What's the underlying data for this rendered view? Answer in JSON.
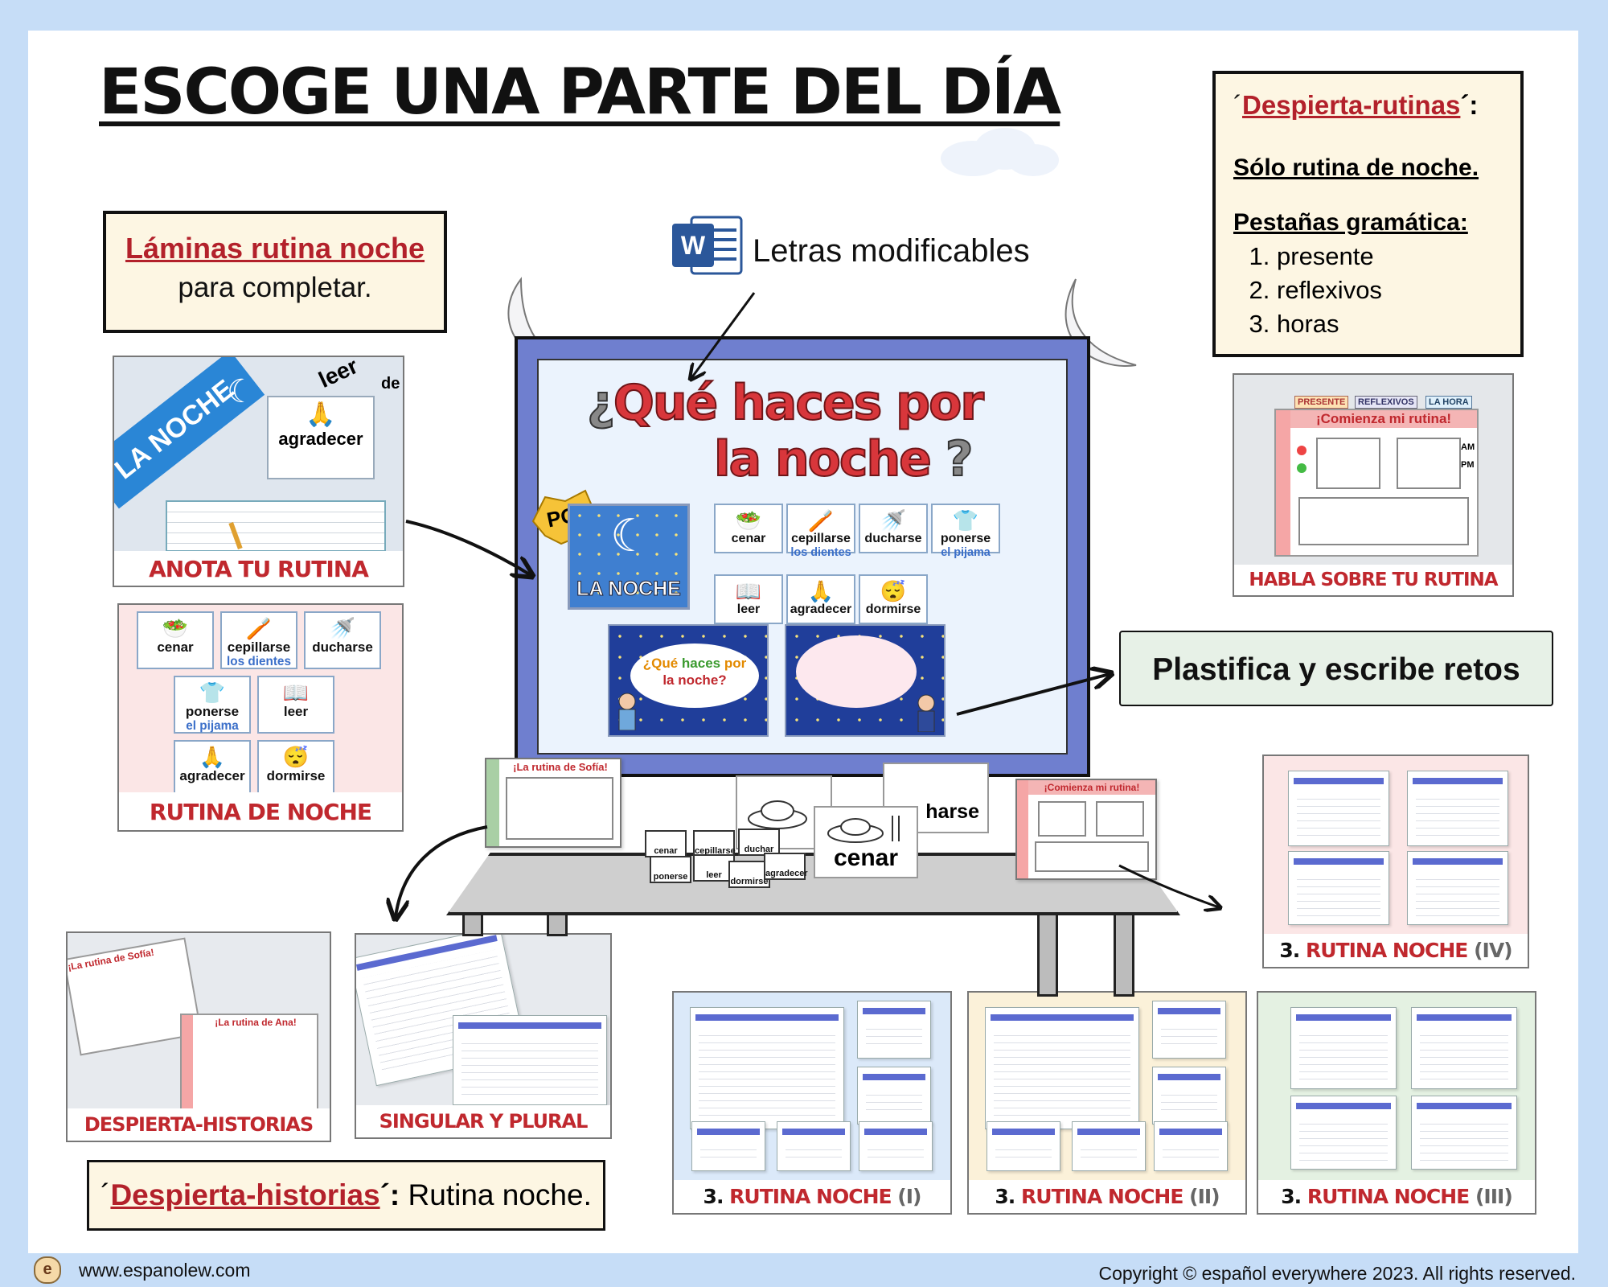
{
  "header": {
    "title": "ESCOGE UNA PARTE DEL DÍA",
    "word_label": "Letras modificables",
    "word_icon": "word-document-icon"
  },
  "laminas_box": {
    "title": "Láminas rutina noche",
    "subtitle": "para completar."
  },
  "despierta_rutinas_box": {
    "quote_open": "´",
    "title": "Despierta-rutinas",
    "quote_close": "´:",
    "line1": "Sólo rutina de noche.",
    "heading2": "Pestañas gramática:",
    "items": [
      "presente",
      "reflexivos",
      "horas"
    ]
  },
  "plastifica_box": {
    "text": "Plastifica y escribe retos"
  },
  "historias_box": {
    "quote_open": "´",
    "title": "Despierta-historias",
    "quote_close": "´:",
    "text": " Rutina noche."
  },
  "board": {
    "question_open": "¿",
    "question_line1": "Qué haces por",
    "question_line2": "la noche",
    "question_close": "?",
    "por_badge": "POR",
    "noche_card": "LA NOCHE",
    "vocab": [
      {
        "word": "cenar",
        "sub": "",
        "icon": "food-plate-icon"
      },
      {
        "word": "cepillarse",
        "sub": "los dientes",
        "icon": "toothbrush-icon"
      },
      {
        "word": "ducharse",
        "sub": "",
        "icon": "shower-icon"
      },
      {
        "word": "ponerse",
        "sub": "el pijama",
        "icon": "pajama-icon"
      },
      {
        "word": "leer",
        "sub": "",
        "icon": "book-icon"
      },
      {
        "word": "agradecer",
        "sub": "",
        "icon": "praying-hands-icon"
      },
      {
        "word": "dormirse",
        "sub": "",
        "icon": "sleeping-face-icon"
      }
    ],
    "speech_text_1": "¿Qué",
    "speech_text_2": "haces",
    "speech_text_3": "por",
    "speech_text_4": "la noche?"
  },
  "cards": {
    "anota": {
      "caption": "ANOTA TU RUTINA",
      "photo_text": "LA NOCHE",
      "word1": "leer",
      "word2": "agradecer",
      "word3": "de"
    },
    "rutina_noche": {
      "caption": "RUTINA DE NOCHE"
    },
    "habla": {
      "caption": "HABLA SOBRE TU RUTINA",
      "banner": "¡Comienza mi rutina!",
      "tab1": "PRESENTE",
      "tab2": "REFLEXIVOS",
      "tab3": "LA HORA",
      "am": "AM",
      "pm": "PM"
    },
    "despierta_historias": {
      "caption": "DESPIERTA-HISTORIAS",
      "label1": "¡La rutina de Sofía!",
      "label2": "¡La rutina de Ana!"
    },
    "singular": {
      "caption": "SINGULAR Y PLURAL"
    },
    "rn1": {
      "num": "3.",
      "title": "RUTINA NOCHE",
      "roman": "(I)"
    },
    "rn2": {
      "num": "3.",
      "title": "RUTINA NOCHE",
      "roman": "(II)"
    },
    "rn3": {
      "num": "3.",
      "title": "RUTINA NOCHE",
      "roman": "(III)"
    },
    "rn4": {
      "num": "3.",
      "title": "RUTINA NOCHE",
      "roman": "(IV)"
    }
  },
  "table": {
    "sofia_label": "¡La rutina de Sofía!",
    "comienza_label": "¡Comienza mi rutina!",
    "flash_big": "cenar",
    "flash_harse": "harse",
    "small_words": [
      "cenar",
      "cepillarse",
      "duchar",
      "ponerse",
      "leer",
      "dormirse",
      "agradecer"
    ]
  },
  "footer": {
    "website": "www.espanolew.com",
    "copyright": "Copyright © español everywhere 2023. All rights reserved."
  },
  "colors": {
    "background": "#c6ddf7",
    "accent_red": "#c0282e",
    "note_bg": "#fdf6e3",
    "board_blue": "#6f7fcf",
    "plastifica_bg": "#e7f1e7"
  }
}
